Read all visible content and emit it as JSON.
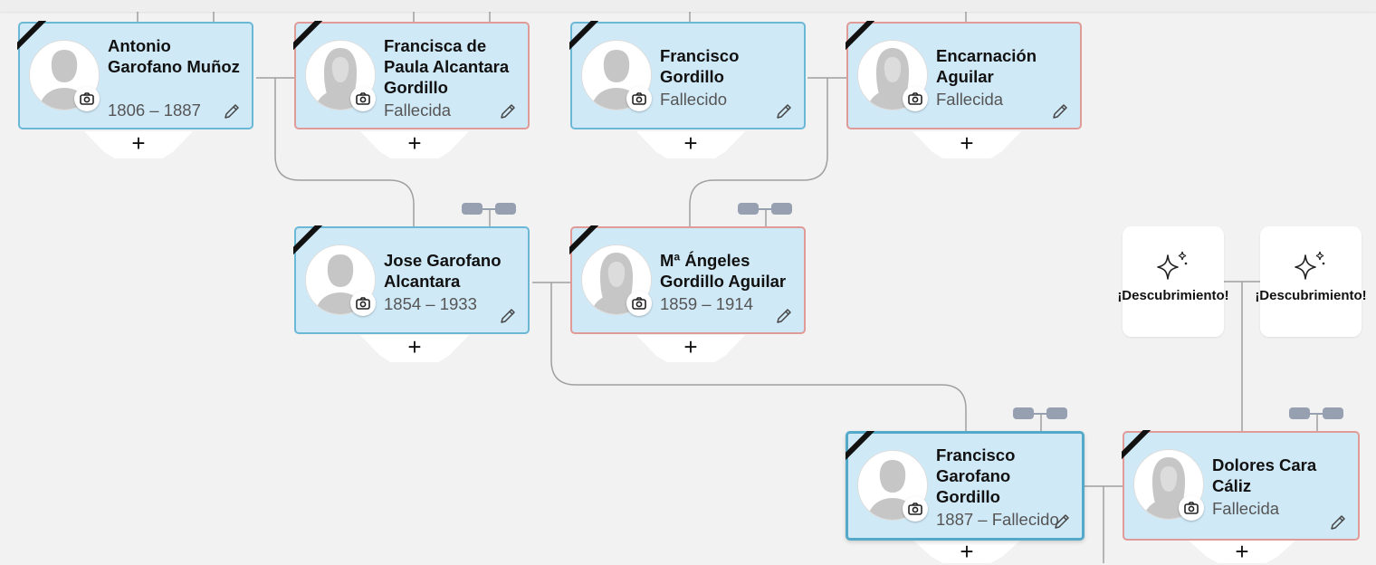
{
  "people": {
    "antonio": {
      "name": "Antonio Garofano Muñoz",
      "dates": "1806 – 1887"
    },
    "francisca": {
      "name": "Francisca de Paula Alcantara Gordillo",
      "dates": "Fallecida"
    },
    "francisco_g": {
      "name": "Francisco Gordillo",
      "dates": "Fallecido"
    },
    "encarnacion": {
      "name": "Encarnación Aguilar",
      "dates": "Fallecida"
    },
    "jose": {
      "name": "Jose Garofano Alcantara",
      "dates": "1854 – 1933"
    },
    "angeles": {
      "name": "Mª Ángeles Gordillo Aguilar",
      "dates": "1859 – 1914"
    },
    "francisco_gg": {
      "name": "Francisco Garofano Gordillo",
      "dates": "1887 – Fallecido"
    },
    "dolores": {
      "name": "Dolores Cara Cáliz",
      "dates": "Fallecida"
    }
  },
  "discoveries": [
    {
      "label": "¡Descubrimiento!",
      "icon": "sparkle-icon"
    },
    {
      "label": "¡Descubrimiento!",
      "icon": "sparkle-icon"
    }
  ],
  "add_symbol": "+",
  "colors": {
    "male_border": "#6bb8d6",
    "female_border": "#e09a98",
    "card_bg": "#d0e9f7"
  }
}
